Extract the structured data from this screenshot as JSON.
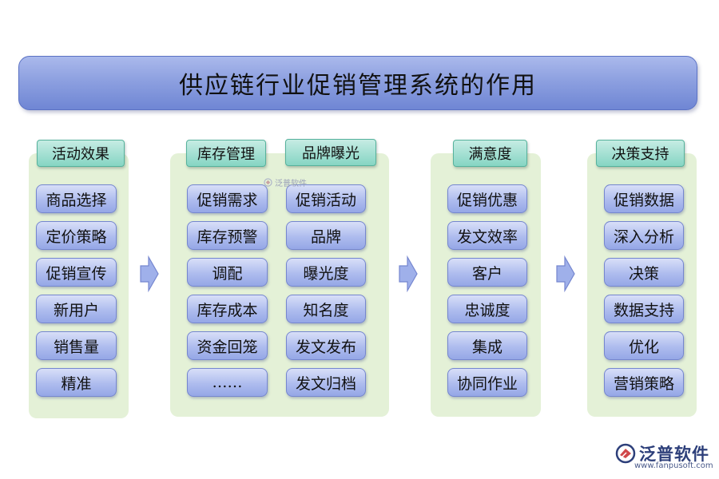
{
  "title": "供应链行业促销管理系统的作用",
  "columns": [
    {
      "header": "活动效果",
      "items": [
        "商品选择",
        "定价策略",
        "促销宣传",
        "新用户",
        "销售量",
        "精准"
      ]
    },
    {
      "header": "库存管理",
      "items": [
        "促销需求",
        "库存预警",
        "调配",
        "库存成本",
        "资金回笼",
        "……"
      ]
    },
    {
      "header": "品牌曝光",
      "items": [
        "促销活动",
        "品牌",
        "曝光度",
        "知名度",
        "发文发布",
        "发文归档"
      ]
    },
    {
      "header": "满意度",
      "items": [
        "促销优惠",
        "发文效率",
        "客户",
        "忠诚度",
        "集成",
        "协同作业"
      ]
    },
    {
      "header": "决策支持",
      "items": [
        "促销数据",
        "深入分析",
        "决策",
        "数据支持",
        "优化",
        "营销策略"
      ]
    }
  ],
  "watermark": "泛普软件",
  "logo": {
    "name": "泛普软件",
    "url": "www.fanpusoft.com"
  },
  "colors": {
    "title_fill": "#8da0e0",
    "panel_fill": "#e4f1d7",
    "header_fill": "#86d5c3",
    "item_fill": "#aebcee",
    "arrow_fill": "#9fb0ea"
  }
}
